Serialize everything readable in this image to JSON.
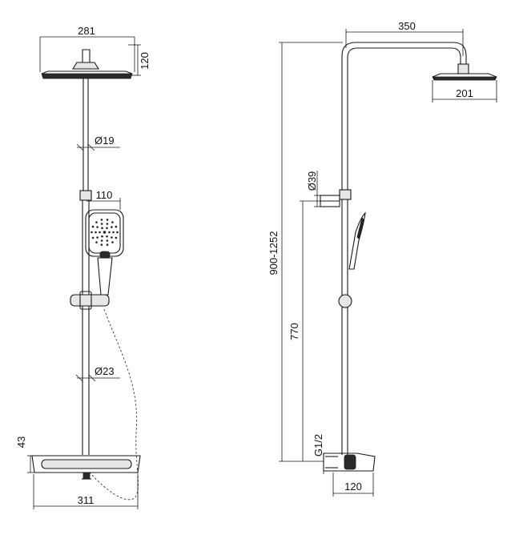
{
  "front_view": {
    "head_width": "281",
    "head_height": "120",
    "upper_pipe_dia": "Ø19",
    "hand_shower_width": "110",
    "lower_pipe_dia": "Ø23",
    "mixer_height": "43",
    "mixer_width": "311"
  },
  "side_view": {
    "arm_length": "350",
    "head_width": "201",
    "bracket_dia": "Ø39",
    "total_height": "900-1252",
    "mid_height": "770",
    "inlet_thread": "G1/2",
    "mixer_depth": "120"
  }
}
